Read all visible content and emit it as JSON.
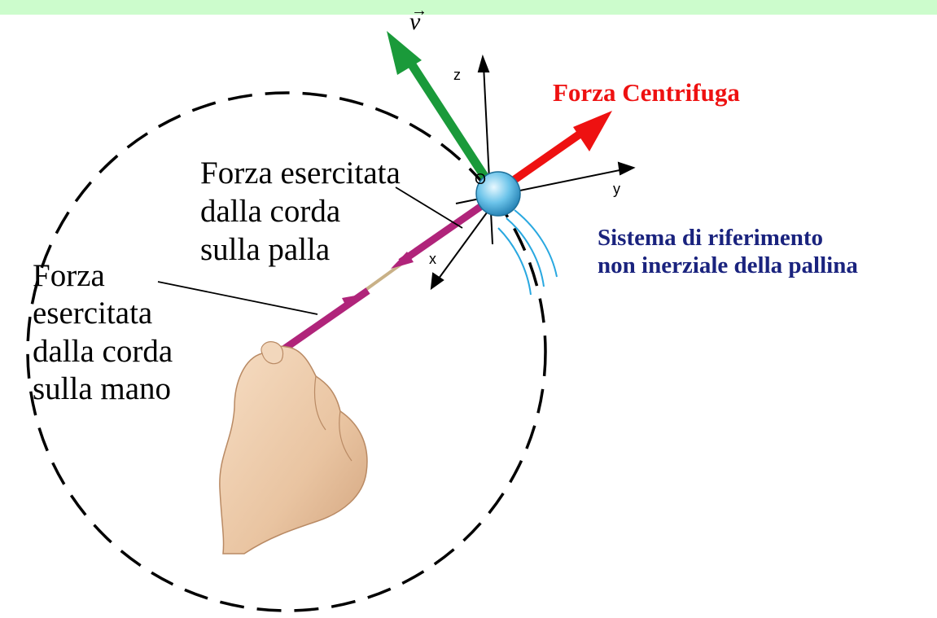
{
  "labels": {
    "velocity": "v",
    "centrifugal": "Forza Centrifuga",
    "rope_on_ball": [
      "Forza esercitata",
      "dalla corda",
      "sulla palla"
    ],
    "rope_on_hand": [
      "Forza",
      "esercitata",
      "dalla corda",
      "sulla mano"
    ],
    "frame_title": [
      "Sistema di riferimento",
      "non inerziale della pallina"
    ],
    "axis_z": "z",
    "axis_y": "y",
    "axis_x": "x",
    "origin": "O"
  },
  "colors": {
    "band": "#ccfccc",
    "velocity_arrow": "#1a9a3a",
    "centrifugal_arrow": "#ee1111",
    "rope_force": "#b0247a",
    "frame_title": "#1a237e",
    "ball": "#6cc4ea"
  }
}
